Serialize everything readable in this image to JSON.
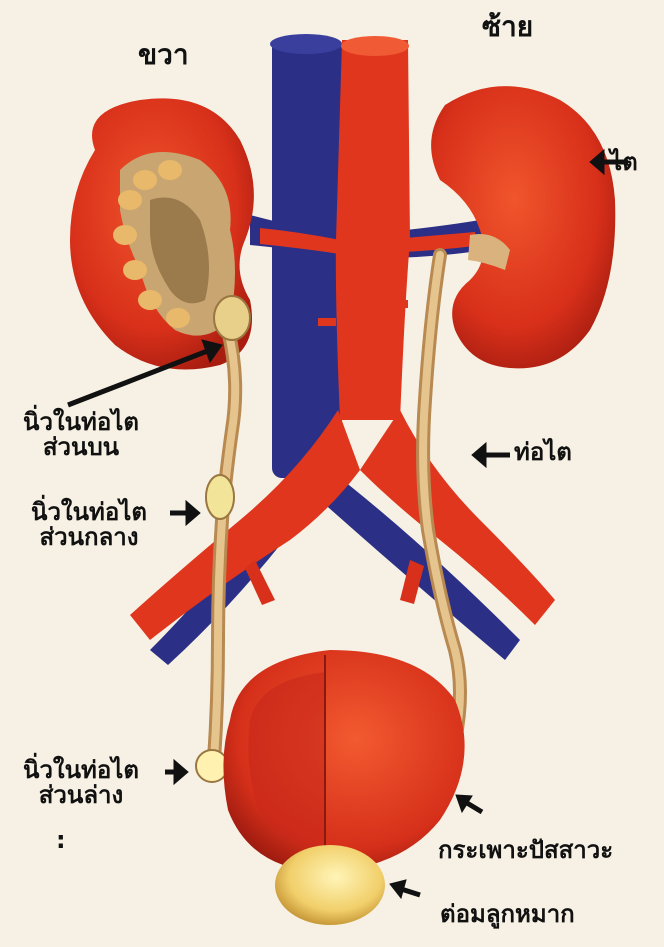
{
  "labels": {
    "right_side": "ขวา",
    "left_side": "ซ้าย",
    "kidney": "ไต",
    "ureter": "ท่อไต",
    "upper_stone_line1": "นิ่วในท่อไต",
    "upper_stone_line2": "ส่วนบน",
    "middle_stone_line1": "นิ่วในท่อไต",
    "middle_stone_line2": "ส่วนกลาง",
    "lower_stone_line1": "นิ่วในท่อไต",
    "lower_stone_line2": "ส่วนล่าง",
    "colon_mark": ":",
    "bladder": "กระเพาะปัสสาวะ",
    "prostate": "ต่อมลูกหมาก"
  },
  "colors": {
    "background": "#f6f1e4",
    "organ_red": "#e0361e",
    "vein_blue": "#2b2f86",
    "ureter_tan": "#d9b27d",
    "stone_yellow": "#f2e59a"
  }
}
